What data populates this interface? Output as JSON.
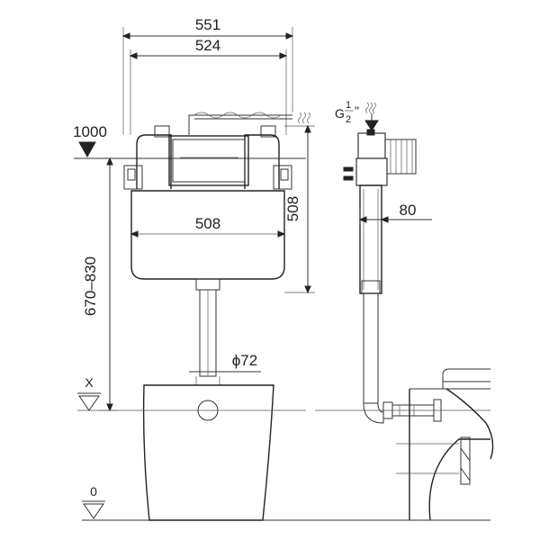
{
  "diagram": {
    "dimensions": {
      "overall_width": "551",
      "frame_width": "524",
      "tank_width": "508",
      "tank_height": "508",
      "depth": "80",
      "pipe_diameter": "ϕ72",
      "height_range": "670–830",
      "level_1000": "1000",
      "level_x": "X",
      "level_0": "0"
    },
    "inlet_thread": {
      "letter": "G",
      "numerator": "1",
      "denominator": "2",
      "unit": "\""
    }
  }
}
